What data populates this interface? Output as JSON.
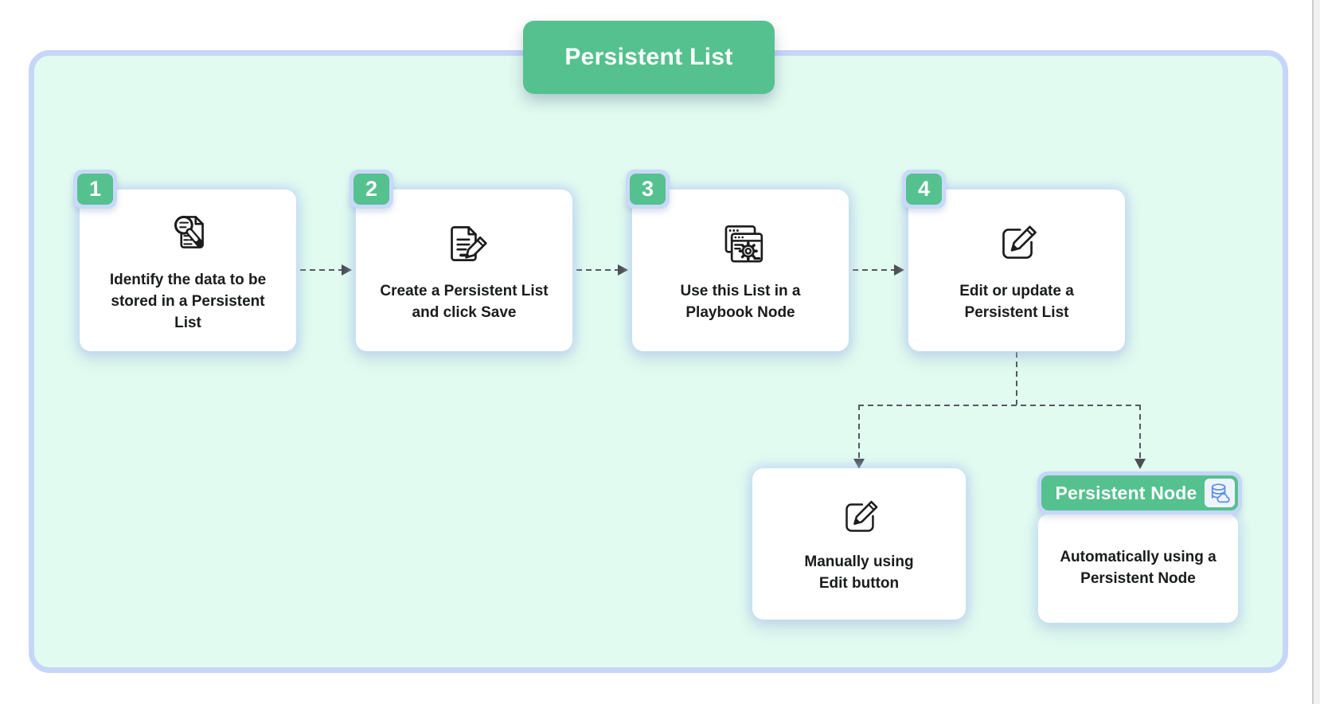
{
  "diagram": {
    "title": "Persistent List",
    "colors": {
      "accent_green": "#55c18e",
      "halo_blue": "#c6d6f8",
      "canvas_mint": "#e1fbf0",
      "dash_gray": "#55595d",
      "text_dark": "#191b1c",
      "icon_blue": "#5b8ee9"
    },
    "steps": [
      {
        "number": "1",
        "label": "Identify the data to be stored in a Persistent List",
        "icon": "search-document-icon"
      },
      {
        "number": "2",
        "label": "Create a Persistent List and click Save",
        "icon": "document-pencil-icon"
      },
      {
        "number": "3",
        "label": "Use this List in a Playbook Node",
        "icon": "window-gear-icon"
      },
      {
        "number": "4",
        "label": "Edit or update a Persistent List",
        "icon": "edit-square-icon"
      }
    ],
    "branches": [
      {
        "label": "Manually using Edit button",
        "icon": "edit-square-icon"
      },
      {
        "label": "Automatically using a Persistent Node",
        "badge": "Persistent Node",
        "icon": "database-cloud-icon"
      }
    ]
  }
}
